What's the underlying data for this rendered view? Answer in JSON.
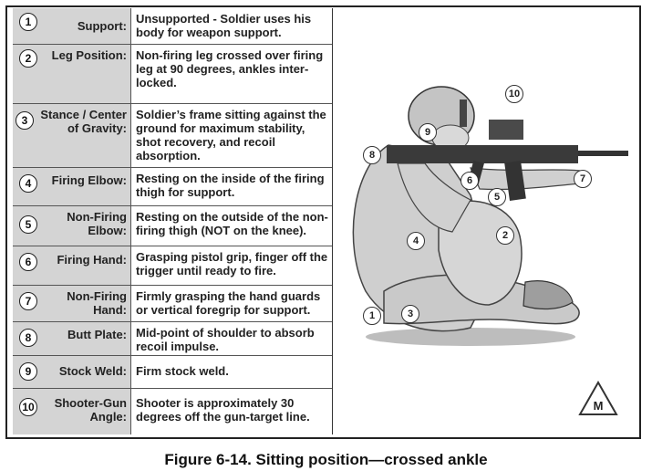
{
  "rows": [
    {
      "number": "1",
      "label": "Support:",
      "description": "Unsupported - Soldier uses his body for weapon support."
    },
    {
      "number": "2",
      "label": "Leg Position:",
      "description": "Non-firing leg crossed over firing leg at 90 degrees, ankles inter-locked."
    },
    {
      "number": "3",
      "label": "Stance / Center of Gravity:",
      "description": "Soldier’s frame sitting against the ground for maximum stability, shot recovery, and recoil absorption."
    },
    {
      "number": "4",
      "label": "Firing Elbow:",
      "description": "Resting on the inside of the firing thigh for support."
    },
    {
      "number": "5",
      "label": "Non-Firing Elbow:",
      "description": "Resting on the outside of the non-firing thigh (NOT on the knee)."
    },
    {
      "number": "6",
      "label": "Firing Hand:",
      "description": "Grasping pistol grip, finger off the trigger until ready to fire."
    },
    {
      "number": "7",
      "label": "Non-Firing Hand:",
      "description": "Firmly grasping the hand guards or vertical foregrip for support."
    },
    {
      "number": "8",
      "label": "Butt Plate:",
      "description": "Mid-point of shoulder to absorb recoil impulse."
    },
    {
      "number": "9",
      "label": "Stock Weld:",
      "description": "Firm stock weld."
    },
    {
      "number": "10",
      "label": "Shooter-Gun Angle:",
      "description": "Shooter is approximately 30 degrees off the gun-target line."
    }
  ],
  "illustration": {
    "markers": [
      "10",
      "9",
      "8",
      "6",
      "7",
      "5",
      "2",
      "4",
      "1",
      "3"
    ],
    "badge": "M"
  },
  "caption": "Figure 6-14. Sitting position—crossed ankle"
}
